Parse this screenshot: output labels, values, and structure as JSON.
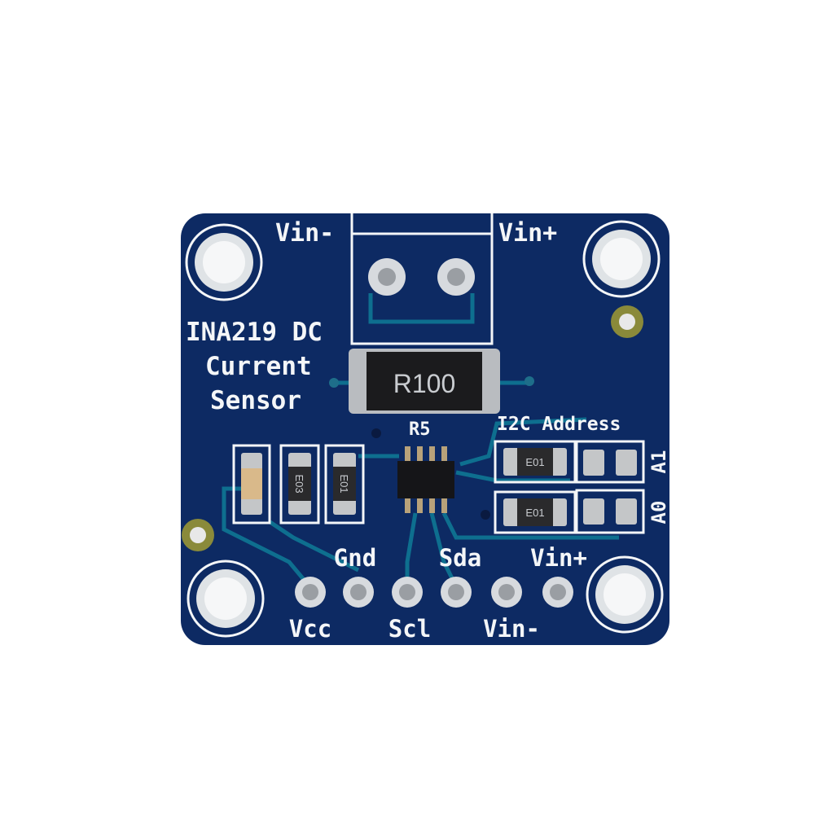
{
  "board": {
    "title_line1": "INA219 DC",
    "title_line2": "Current",
    "title_line3": "Sensor",
    "terminal_left": "Vin-",
    "terminal_right": "Vin+",
    "shunt_marking": "R100",
    "ic_ref": "R5",
    "i2c_label": "I2C Address",
    "addr_a1": "A1",
    "addr_a0": "A0",
    "resistor_marking_1": "E03",
    "resistor_marking_2": "E01",
    "resistor_marking_3": "E01",
    "resistor_marking_4": "E01",
    "pins_top": [
      "Gnd",
      "Sda",
      "Vin+"
    ],
    "pins_bottom": [
      "Vcc",
      "Scl",
      "Vin-"
    ]
  },
  "colors": {
    "pcb": "#0d2a63",
    "trace": "#0e6f8f",
    "silkscreen": "#f4f6f8",
    "pad": "#c8cbd0"
  }
}
